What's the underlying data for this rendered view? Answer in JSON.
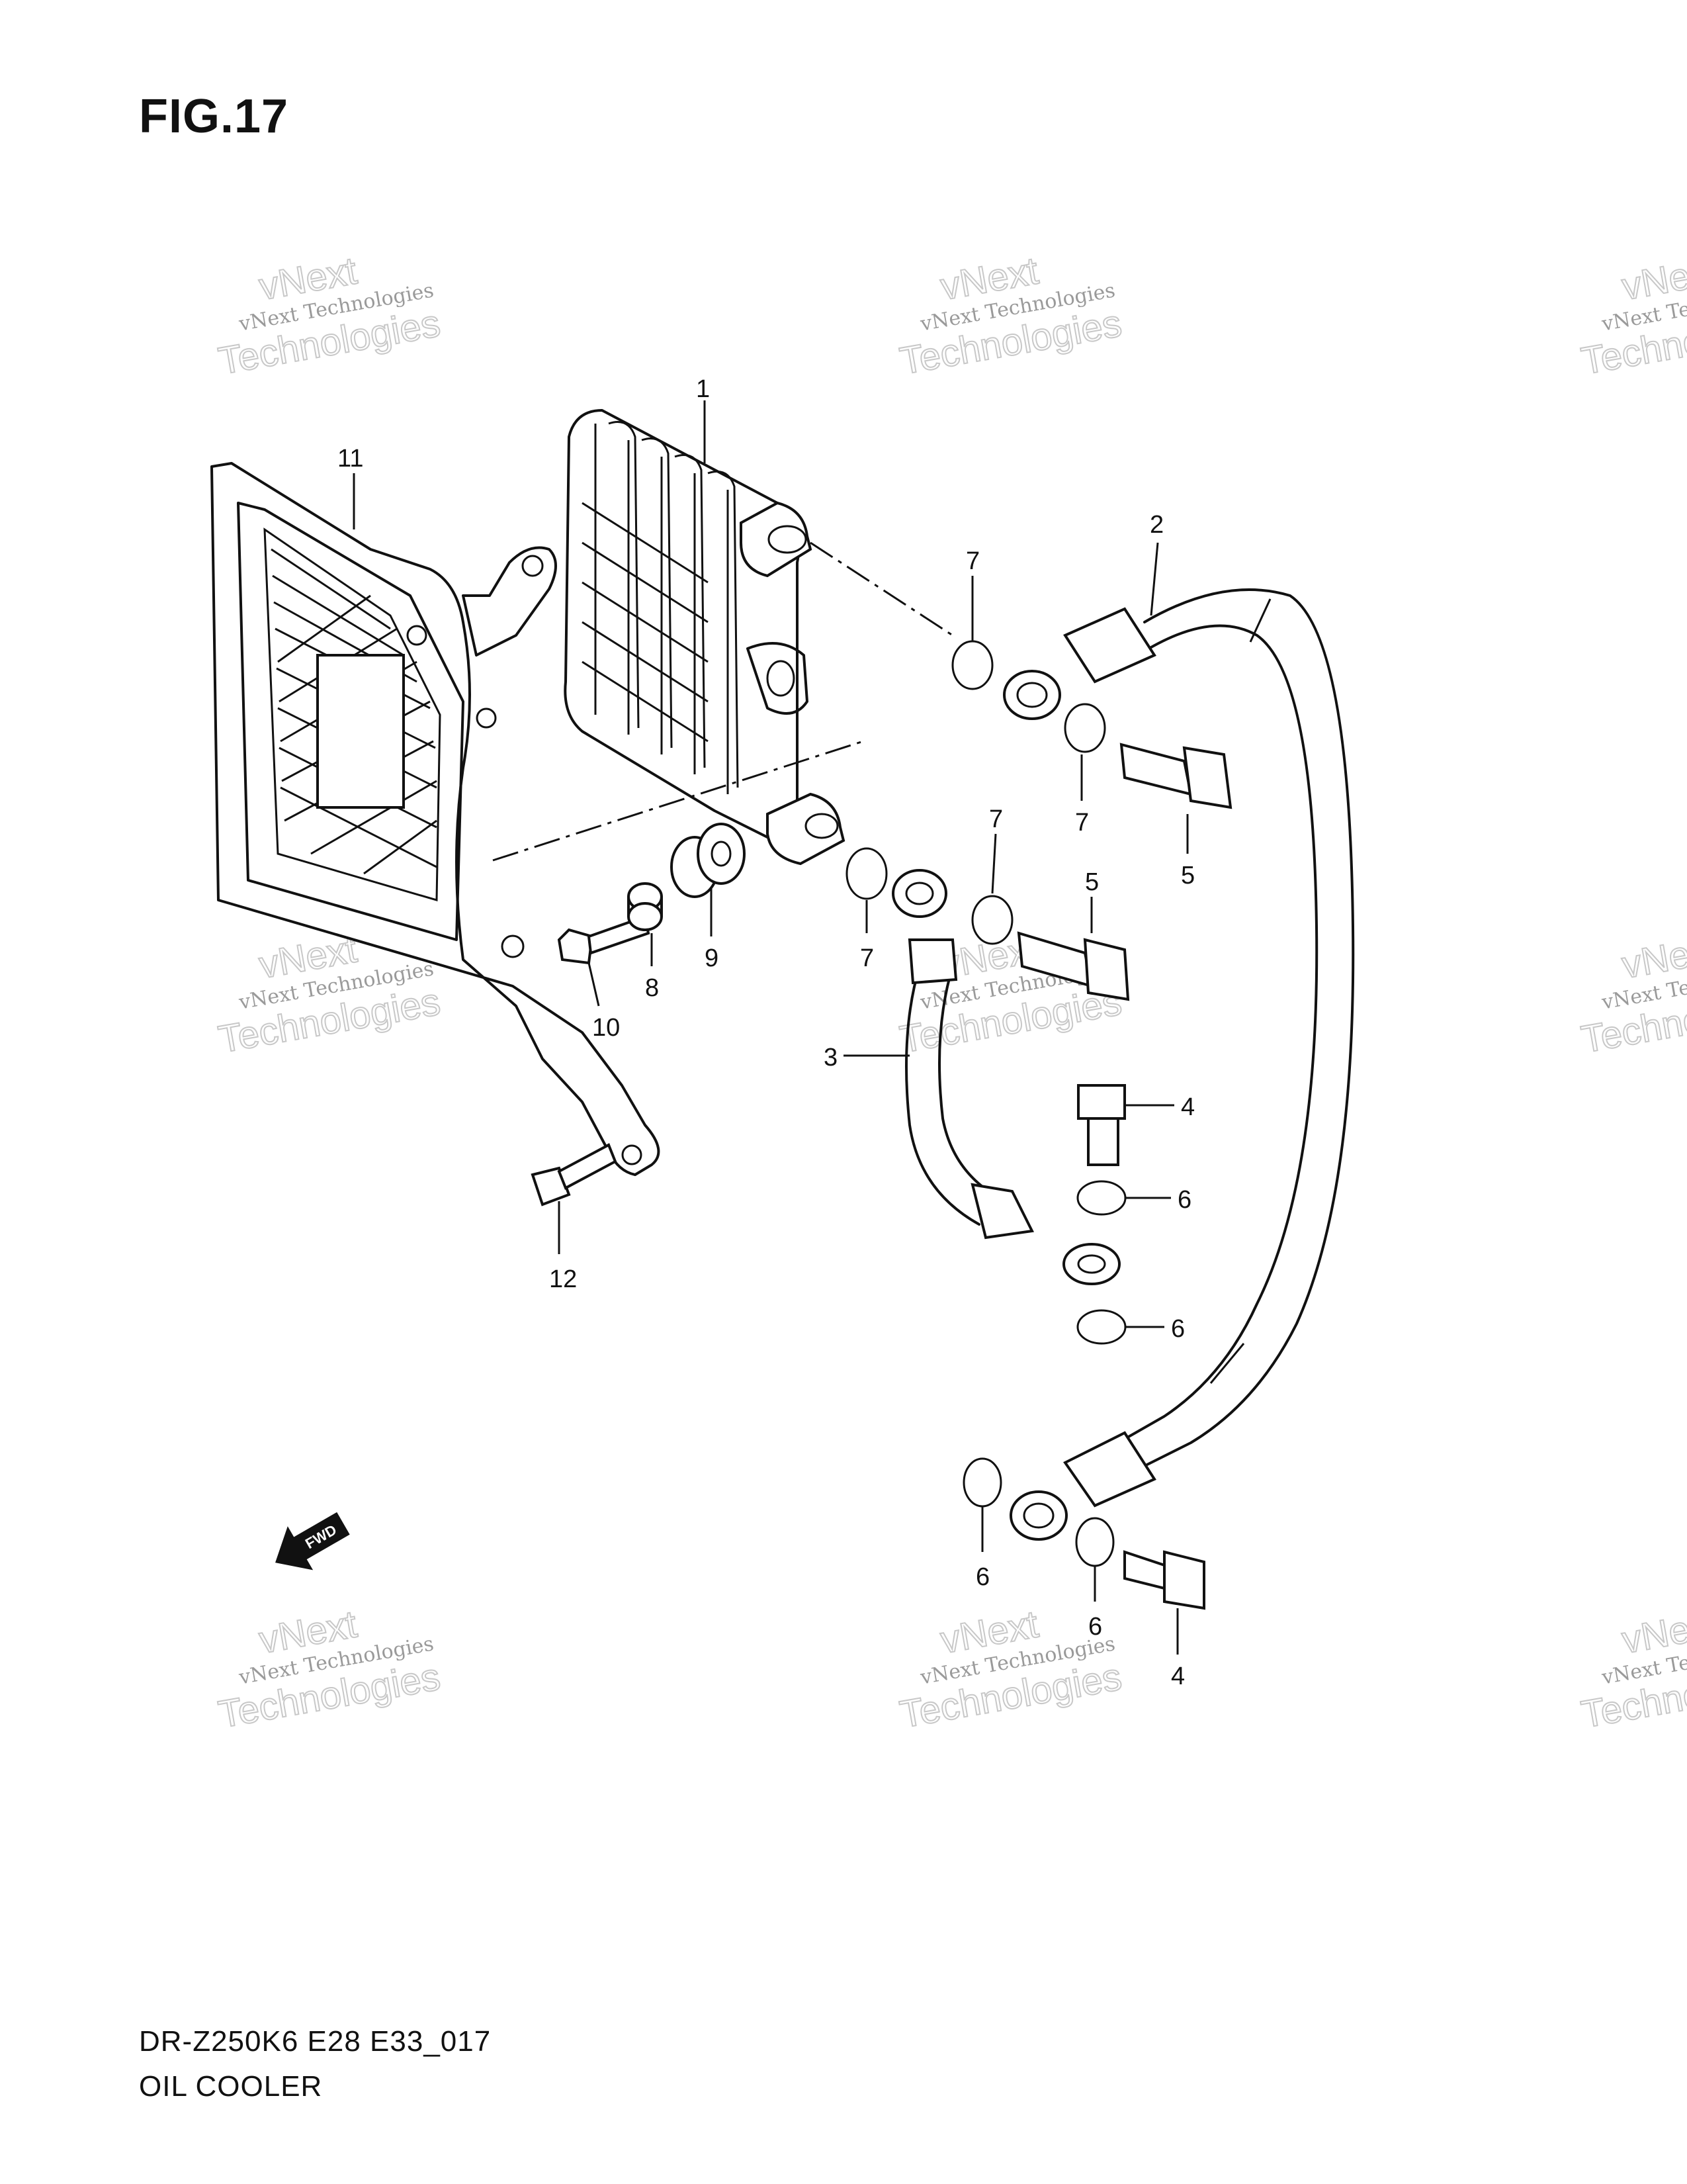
{
  "figure": {
    "title": "FIG.17"
  },
  "footer": {
    "model_code": "DR-Z250K6 E28 E33_017",
    "section_name": "OIL COOLER"
  },
  "watermark": {
    "line1": "vNext Technologies",
    "line2": "vNext",
    "line3": "Technologies"
  },
  "fwd_arrow": {
    "label": "FWD"
  },
  "callouts": [
    "1",
    "2",
    "3",
    "4",
    "4",
    "5",
    "5",
    "6",
    "6",
    "6",
    "6",
    "7",
    "7",
    "7",
    "7",
    "8",
    "9",
    "10",
    "11",
    "12"
  ]
}
